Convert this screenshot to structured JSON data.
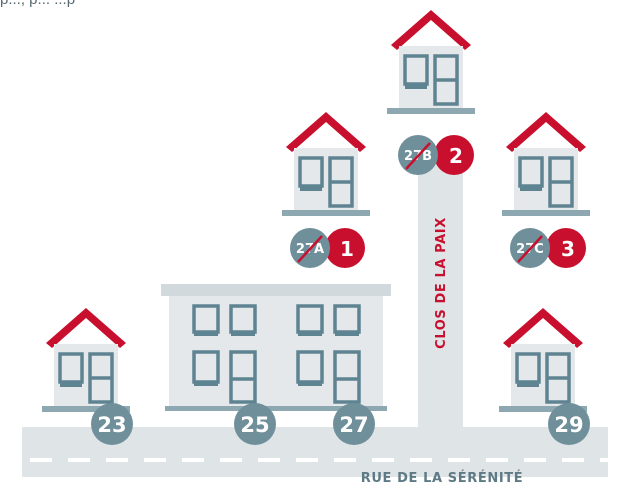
{
  "header_fragment": "p..., p...  ...p",
  "colors": {
    "roof": "#c8102e",
    "house_body": "#e4e8eb",
    "window_frame": "#5e8391",
    "window_dark": "#4a6d7a",
    "road": "#dfe4e7",
    "road_dash": "#ffffff",
    "road_text": "#5e7a85",
    "lane_text": "#c8102e",
    "circle_grey": "#6f8f9b",
    "circle_red": "#c8102e",
    "circle_text": "#ffffff"
  },
  "street": {
    "main_name": "RUE DE LA SÉRÉNITÉ",
    "lane_name": "CLOS DE LA PAIX"
  },
  "street_numbers": [
    "23",
    "25",
    "27",
    "29"
  ],
  "renumbering": [
    {
      "old": "27A",
      "new": "1"
    },
    {
      "old": "27B",
      "new": "2"
    },
    {
      "old": "27C",
      "new": "3"
    }
  ]
}
